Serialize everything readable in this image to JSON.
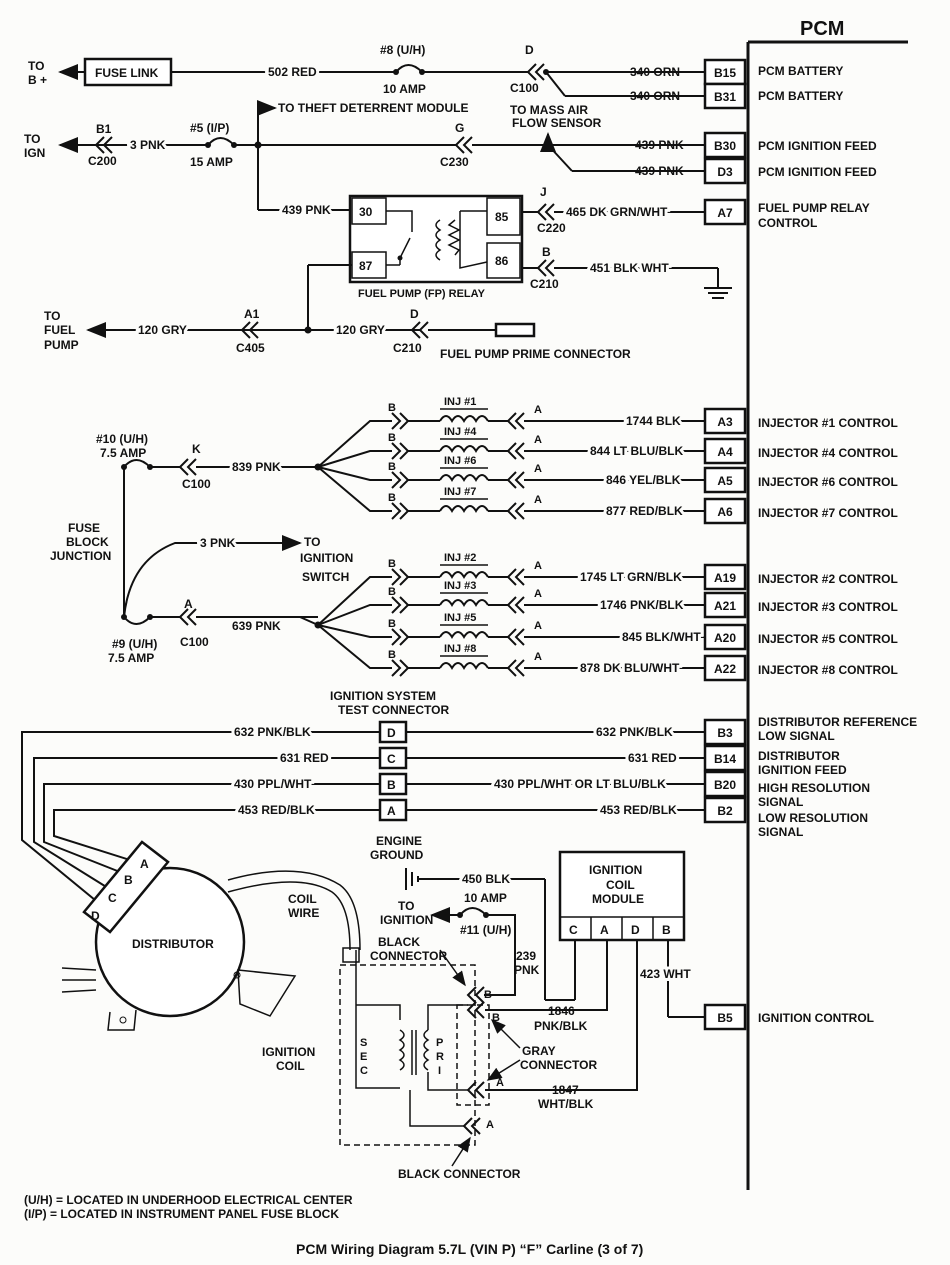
{
  "pcm": {
    "title": "PCM",
    "pins": [
      {
        "pin": "B15",
        "wire": "340 ORN",
        "desc": [
          "PCM BATTERY"
        ]
      },
      {
        "pin": "B31",
        "wire": "340 ORN",
        "desc": [
          "PCM BATTERY"
        ]
      },
      {
        "pin": "B30",
        "wire": "439 PNK",
        "desc": [
          "PCM IGNITION FEED"
        ]
      },
      {
        "pin": "D3",
        "wire": "439 PNK",
        "desc": [
          "PCM IGNITION FEED"
        ]
      },
      {
        "pin": "A7",
        "wire": "465 DK GRN/WHT",
        "desc": [
          "FUEL PUMP RELAY",
          "CONTROL"
        ]
      },
      {
        "pin": "A3",
        "wire": "1744 BLK",
        "desc": [
          "INJECTOR #1 CONTROL"
        ]
      },
      {
        "pin": "A4",
        "wire": "844 LT BLU/BLK",
        "desc": [
          "INJECTOR #4 CONTROL"
        ]
      },
      {
        "pin": "A5",
        "wire": "846 YEL/BLK",
        "desc": [
          "INJECTOR #6 CONTROL"
        ]
      },
      {
        "pin": "A6",
        "wire": "877 RED/BLK",
        "desc": [
          "INJECTOR #7 CONTROL"
        ]
      },
      {
        "pin": "A19",
        "wire": "1745 LT GRN/BLK",
        "desc": [
          "INJECTOR #2 CONTROL"
        ]
      },
      {
        "pin": "A21",
        "wire": "1746 PNK/BLK",
        "desc": [
          "INJECTOR #3 CONTROL"
        ]
      },
      {
        "pin": "A20",
        "wire": "845 BLK/WHT",
        "desc": [
          "INJECTOR #5 CONTROL"
        ]
      },
      {
        "pin": "A22",
        "wire": "878 DK BLU/WHT",
        "desc": [
          "INJECTOR #8 CONTROL"
        ]
      },
      {
        "pin": "B3",
        "wire": "632 PNK/BLK",
        "desc": [
          "DISTRIBUTOR REFERENCE",
          "LOW SIGNAL"
        ]
      },
      {
        "pin": "B14",
        "wire": "631 RED",
        "desc": [
          "DISTRIBUTOR",
          "IGNITION FEED"
        ]
      },
      {
        "pin": "B20",
        "wire": "430 PPL/WHT OR LT BLU/BLK",
        "desc": [
          "HIGH RESOLUTION",
          "SIGNAL"
        ]
      },
      {
        "pin": "B2",
        "wire": "453 RED/BLK",
        "desc": [
          "LOW RESOLUTION",
          "SIGNAL"
        ]
      },
      {
        "pin": "B5",
        "wire": "423 WHT",
        "desc": [
          "IGNITION CONTROL"
        ]
      }
    ]
  },
  "power": {
    "to_bplus": [
      "TO",
      "B +"
    ],
    "fuse_link": "FUSE LINK",
    "wire_502": "502 RED",
    "fuse8": "#8 (U/H)",
    "fuse8_amp": "10 AMP",
    "conn_d": "D",
    "conn_c100": "C100",
    "to_ign": [
      "TO",
      "IGN"
    ],
    "b1": "B1",
    "c200": "C200",
    "wire_3pnk": "3 PNK",
    "fuse5": "#5 (I/P)",
    "fuse5_amp": "15 AMP",
    "theft": "TO THEFT DETERRENT MODULE",
    "maf": [
      "TO MASS AIR",
      "FLOW SENSOR"
    ],
    "conn_g": "G",
    "c230": "C230"
  },
  "relay": {
    "feed_wire": "439 PNK",
    "pins": [
      "30",
      "87",
      "85",
      "86"
    ],
    "label": "FUEL PUMP (FP) RELAY",
    "conn_j": "J",
    "c220": "C220",
    "conn_b": "B",
    "c210": "C210",
    "ground_wire": "451 BLK WHT"
  },
  "fuel_pump": {
    "to_pump": [
      "TO",
      "FUEL",
      "PUMP"
    ],
    "wire1": "120 GRY",
    "a1": "A1",
    "c405": "C405",
    "wire2": "120 GRY",
    "d": "D",
    "c210": "C210",
    "prime": "FUEL PUMP PRIME CONNECTOR"
  },
  "injectors": {
    "fuse10": "#10 (U/H)",
    "fuse10_amp": "7.5 AMP",
    "k": "K",
    "c100a": "C100",
    "wire839": "839 PNK",
    "junction": [
      "FUSE",
      "BLOCK",
      "JUNCTION"
    ],
    "wire_3pnk": "3 PNK",
    "to_sw": [
      "TO",
      "IGNITION",
      "SWITCH"
    ],
    "fuse9": "#9 (U/H)",
    "fuse9_amp": "7.5 AMP",
    "a": "A",
    "c100b": "C100",
    "wire639": "639 PNK",
    "names": [
      "INJ #1",
      "INJ #4",
      "INJ #6",
      "INJ #7",
      "INJ #2",
      "INJ #3",
      "INJ #5",
      "INJ #8"
    ],
    "pin_a": "A",
    "pin_b": "B"
  },
  "ignition": {
    "test_conn": [
      "IGNITION SYSTEM",
      "TEST CONNECTOR"
    ],
    "letters": [
      "D",
      "C",
      "B",
      "A"
    ],
    "left_wires": [
      "632  PNK/BLK",
      "631 RED",
      "430 PPL/WHT",
      "453 RED/BLK"
    ],
    "distributor": "DISTRIBUTOR",
    "coil_wire": [
      "COIL",
      "WIRE"
    ],
    "engine_ground": [
      "ENGINE",
      "GROUND"
    ],
    "wire450": "450 BLK",
    "to_ignition": [
      "TO",
      "IGNITION"
    ],
    "fuse11_amp": "10 AMP",
    "fuse11": "#11 (U/H)",
    "black_conn": [
      "BLACK",
      "CONNECTOR"
    ],
    "wire239": [
      "239",
      "PNK"
    ],
    "module": [
      "IGNITION",
      "COIL",
      "MODULE"
    ],
    "module_pins": [
      "C",
      "A",
      "D",
      "B"
    ],
    "wire1846": [
      "1846",
      "PNK/BLK"
    ],
    "gray_conn": [
      "GRAY",
      "CONNECTOR"
    ],
    "wire1847": [
      "1847",
      "WHT/BLK"
    ],
    "coil": [
      "IGNITION",
      "COIL"
    ],
    "sec": "SEC",
    "pri": "PRI",
    "black_conn2": "BLACK CONNECTOR",
    "b": "B",
    "a": "A"
  },
  "notes": [
    "(U/H) = LOCATED IN UNDERHOOD ELECTRICAL CENTER",
    "(I/P) = LOCATED IN INSTRUMENT PANEL FUSE BLOCK"
  ],
  "caption": "PCM Wiring Diagram  5.7L  (VIN P)  “F”  Carline  (3 of 7)"
}
